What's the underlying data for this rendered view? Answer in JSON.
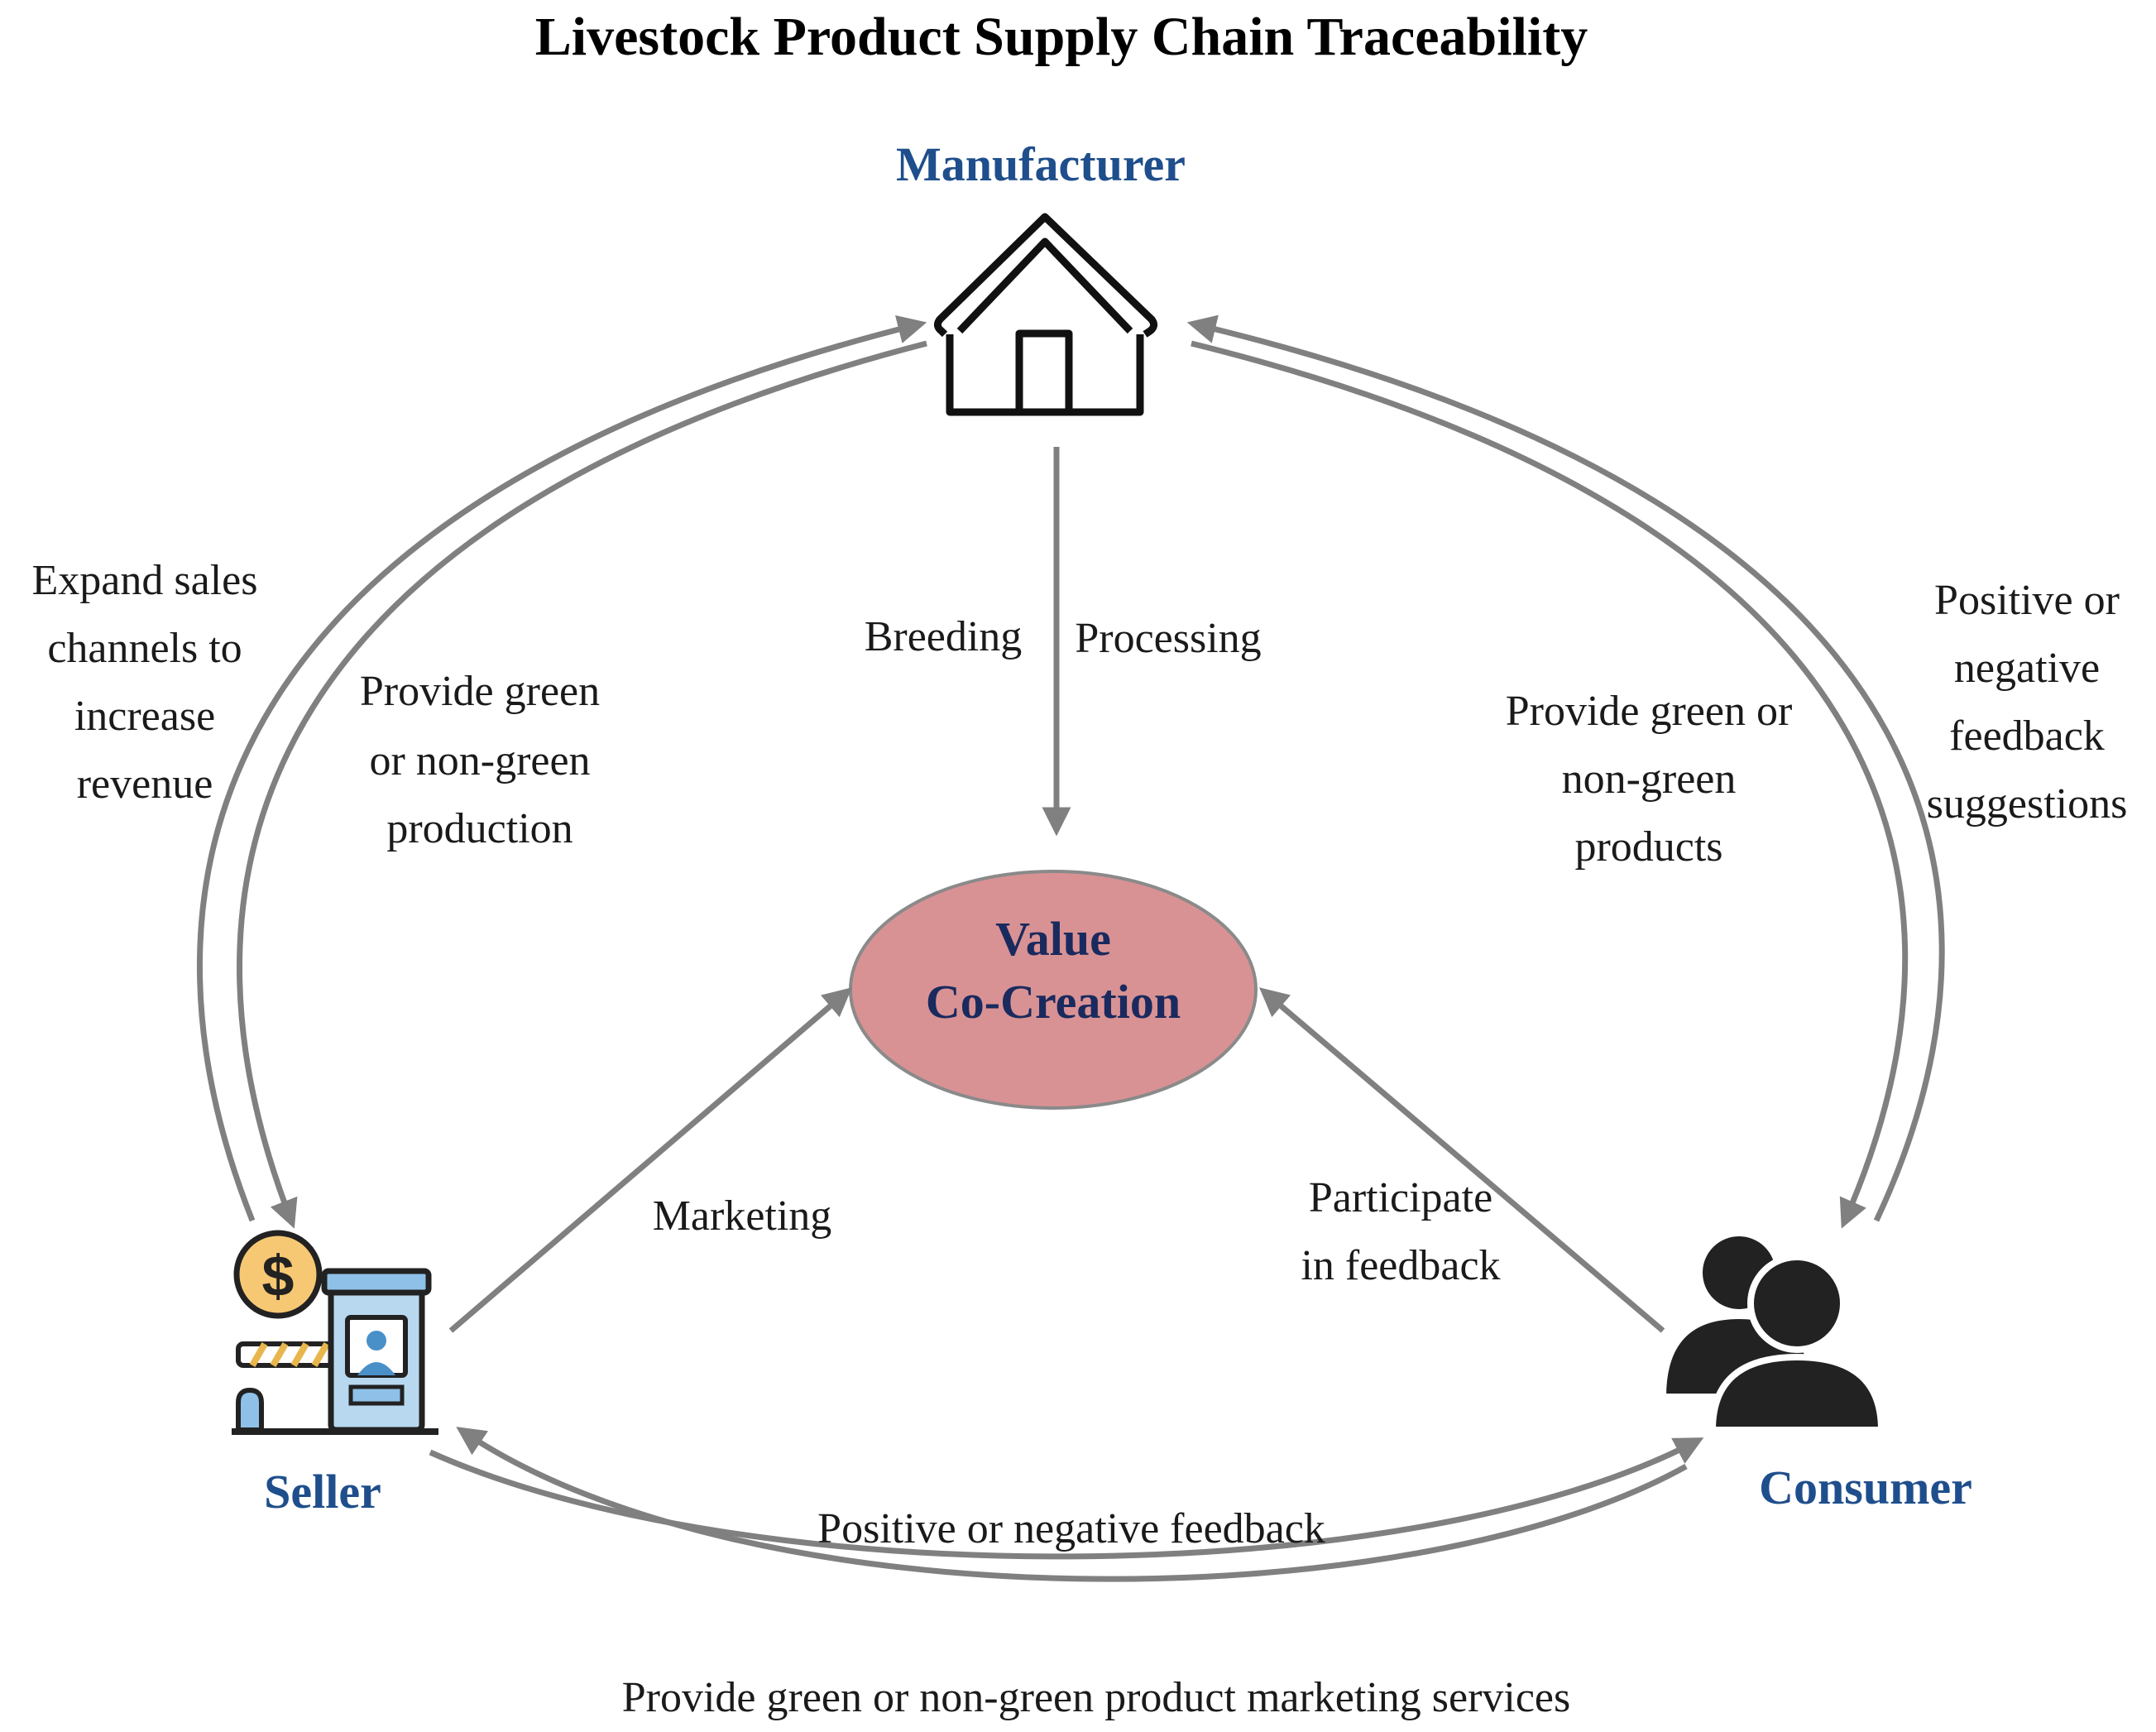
{
  "title": "Livestock Product Supply Chain Traceability",
  "nodes": {
    "manufacturer": {
      "label": "Manufacturer",
      "icon": "house-icon"
    },
    "seller": {
      "label": "Seller",
      "icon": "toll-booth-with-dollar-coin-icon"
    },
    "consumer": {
      "label": "Consumer",
      "icon": "users-group-icon"
    },
    "center": {
      "line1": "Value",
      "line2": "Co-Creation"
    }
  },
  "labels": {
    "breeding": "Breeding",
    "processing": "Processing",
    "expand_sales": [
      "Expand sales",
      "channels to",
      "increase",
      "revenue"
    ],
    "provide_production": [
      "Provide green",
      "or non-green",
      "production"
    ],
    "provide_products": [
      "Provide green or",
      "non-green",
      "products"
    ],
    "consumer_feedback": [
      "Positive or",
      "negative",
      "feedback",
      "suggestions"
    ],
    "marketing": "Marketing",
    "participate": [
      "Participate",
      "in feedback"
    ],
    "bottom_feedback": "Positive or negative feedback",
    "bottom_services": "Provide green or non-green product marketing services"
  },
  "colors": {
    "arrow": "#808080",
    "center_fill": "#d99294",
    "node_label": "#1f4e8c",
    "coin": "#f7c873",
    "booth_blue": "#8fc1e8",
    "icon_dark": "#222222"
  }
}
